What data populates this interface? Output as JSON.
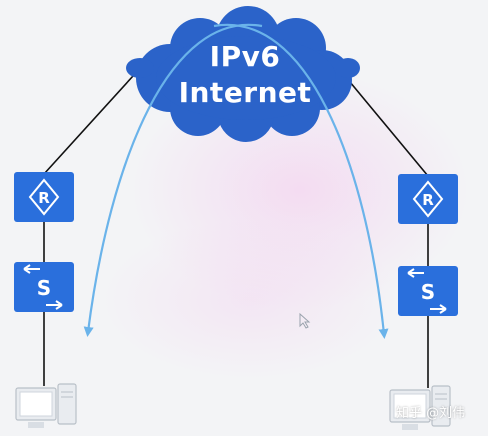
{
  "cloud": {
    "label_line1": "IPv6",
    "label_line2": "Internet",
    "color": "#2b63c9"
  },
  "left_site": {
    "router": {
      "glyph": "R"
    },
    "switch": {
      "glyph": "S"
    },
    "host": {
      "type": "computer"
    }
  },
  "right_site": {
    "router": {
      "glyph": "R"
    },
    "switch": {
      "glyph": "S"
    },
    "host": {
      "type": "computer"
    }
  },
  "watermark": "知乎 @刘伟",
  "colors": {
    "device_blue": "#2a6fdc",
    "link": "#111111",
    "flow_arc": "#6ab3ea",
    "background": "#f3f4f6"
  }
}
